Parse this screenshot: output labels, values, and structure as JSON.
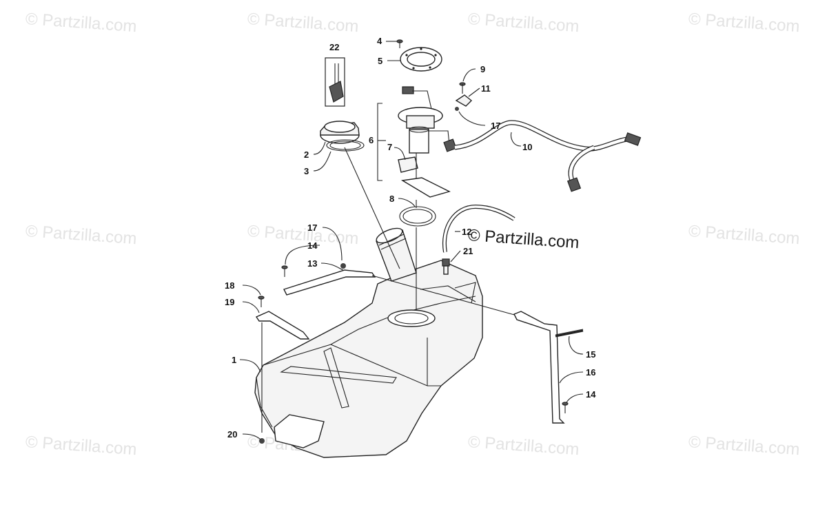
{
  "watermark": {
    "text": "© Partzilla.com",
    "center_text": "© Partzilla.com"
  },
  "callouts": [
    {
      "id": "1",
      "label": "1"
    },
    {
      "id": "2",
      "label": "2"
    },
    {
      "id": "3",
      "label": "3"
    },
    {
      "id": "4",
      "label": "4"
    },
    {
      "id": "5",
      "label": "5"
    },
    {
      "id": "6",
      "label": "6"
    },
    {
      "id": "7",
      "label": "7"
    },
    {
      "id": "8",
      "label": "8"
    },
    {
      "id": "9",
      "label": "9"
    },
    {
      "id": "10",
      "label": "10"
    },
    {
      "id": "11",
      "label": "11"
    },
    {
      "id": "12",
      "label": "12"
    },
    {
      "id": "13",
      "label": "13"
    },
    {
      "id": "14a",
      "label": "14"
    },
    {
      "id": "14b",
      "label": "14"
    },
    {
      "id": "15",
      "label": "15"
    },
    {
      "id": "16",
      "label": "16"
    },
    {
      "id": "17a",
      "label": "17"
    },
    {
      "id": "17b",
      "label": "17"
    },
    {
      "id": "18",
      "label": "18"
    },
    {
      "id": "19",
      "label": "19"
    },
    {
      "id": "20",
      "label": "20"
    },
    {
      "id": "21",
      "label": "21"
    },
    {
      "id": "22",
      "label": "22"
    }
  ],
  "colors": {
    "line": "#222222",
    "watermark": "#e3e3e3",
    "background": "#ffffff"
  }
}
